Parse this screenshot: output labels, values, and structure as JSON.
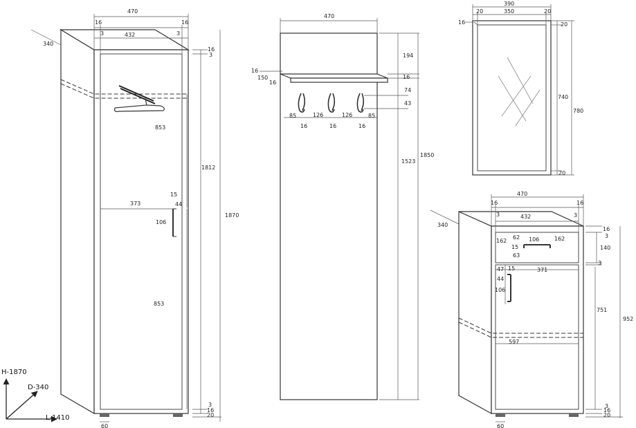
{
  "wardrobe": {
    "width_total": "470",
    "side_left": "16",
    "side_right": "16",
    "gap_left": "3",
    "gap_right": "3",
    "inner_width": "432",
    "depth": "340",
    "top_panel": "16",
    "top_gap": "3",
    "upper_height": "853",
    "lower_height": "853",
    "total_door_height": "1812",
    "total_height": "1870",
    "handle_top": "15",
    "handle_offset": "44",
    "handle_length": "106",
    "handle_dist": "373",
    "bottom_gap": "3",
    "bottom_panel": "16",
    "plinth": "20",
    "foot": "60"
  },
  "coat_panel": {
    "width": "470",
    "top_gap": "194",
    "shelf": "16",
    "shelf_side_a": "16",
    "shelf_side_b": "150",
    "shelf_side_c": "16",
    "hook_drop": "74",
    "hook_height": "43",
    "hook_left_margin": "85",
    "hook_spacing_1": "126",
    "hook_spacing_2": "126",
    "hook_right_margin": "85",
    "hook_w_1": "16",
    "hook_w_2": "16",
    "hook_w_3": "16",
    "lower_height": "1523",
    "total_height": "1850"
  },
  "mirror": {
    "width_total": "390",
    "frame_left": "20",
    "inner_width": "350",
    "frame_right": "20",
    "thickness": "16",
    "frame_top": "20",
    "inner_height": "740",
    "total_height": "780",
    "frame_bottom": "20"
  },
  "cabinet": {
    "width_total": "470",
    "side_left": "16",
    "side_right": "16",
    "gap_left": "3",
    "gap_right": "3",
    "inner_width": "432",
    "depth": "340",
    "top_panel": "16",
    "top_gap": "3",
    "drawer_handle_left": "162",
    "drawer_handle_top": "62",
    "drawer_handle_len": "106",
    "drawer_handle_right": "162",
    "drawer_handle_h": "15",
    "drawer_below": "63",
    "drawer_height": "140",
    "drawer_gap": "3",
    "door_handle_left": "47",
    "door_handle_top": "15",
    "door_handle_dist": "371",
    "door_handle_off": "44",
    "door_handle_len": "106",
    "door_height": "751",
    "total_height": "952",
    "door_width": "597",
    "bottom_gap": "3",
    "bottom_panel": "16",
    "plinth": "20",
    "foot": "60"
  },
  "axes": {
    "height_label": "H-1870",
    "depth_label": "D-340",
    "length_label": "L-1410"
  }
}
